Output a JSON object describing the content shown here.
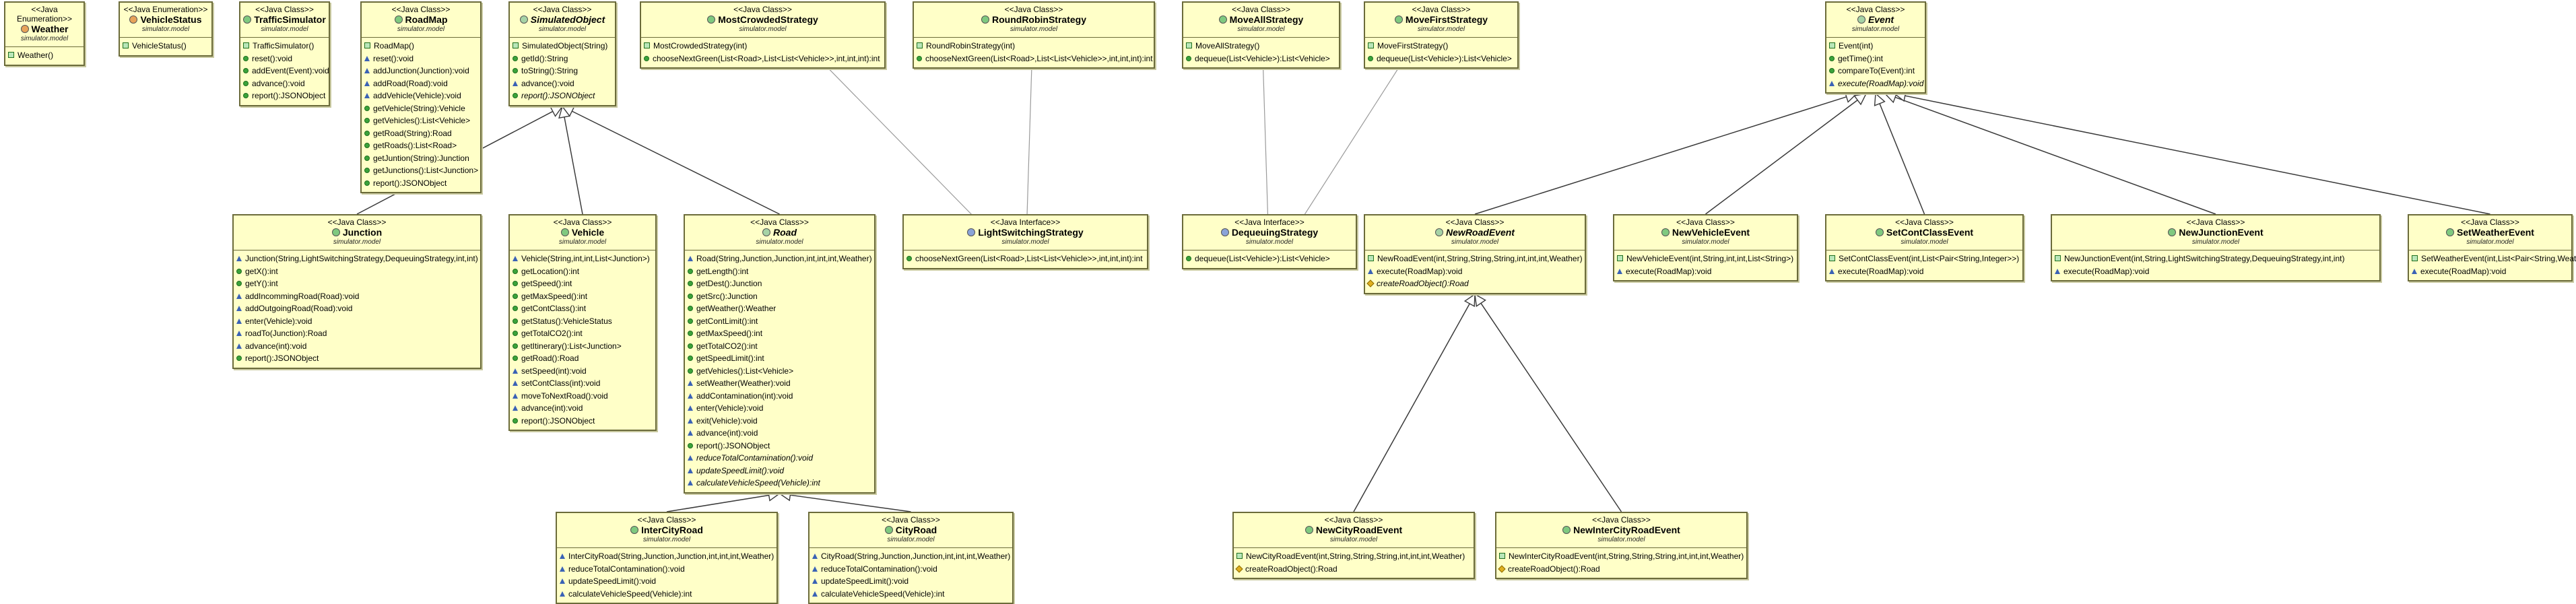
{
  "classes": [
    {
      "key": "Weather",
      "stereotype": "<<Java Enumeration>>",
      "name": "Weather",
      "package": "simulator.model",
      "kind": "enum",
      "abstract": false,
      "members": [
        {
          "text": "Weather()",
          "vis": "ctor"
        }
      ]
    },
    {
      "key": "VehicleStatus",
      "stereotype": "<<Java Enumeration>>",
      "name": "VehicleStatus",
      "package": "simulator.model",
      "kind": "enum",
      "abstract": false,
      "members": [
        {
          "text": "VehicleStatus()",
          "vis": "ctor"
        }
      ]
    },
    {
      "key": "TrafficSimulator",
      "stereotype": "<<Java Class>>",
      "name": "TrafficSimulator",
      "package": "simulator.model",
      "kind": "class",
      "abstract": false,
      "members": [
        {
          "text": "TrafficSimulator()",
          "vis": "ctor"
        },
        {
          "text": "reset():void",
          "vis": "pub"
        },
        {
          "text": "addEvent(Event):void",
          "vis": "pub"
        },
        {
          "text": "advance():void",
          "vis": "pub"
        },
        {
          "text": "report():JSONObject",
          "vis": "pub"
        }
      ]
    },
    {
      "key": "RoadMap",
      "stereotype": "<<Java Class>>",
      "name": "RoadMap",
      "package": "simulator.model",
      "kind": "class",
      "abstract": false,
      "members": [
        {
          "text": "RoadMap()",
          "vis": "ctor"
        },
        {
          "text": "reset():void",
          "vis": "pkgv"
        },
        {
          "text": "addJunction(Junction):void",
          "vis": "pkgv"
        },
        {
          "text": "addRoad(Road):void",
          "vis": "pkgv"
        },
        {
          "text": "addVehicle(Vehicle):void",
          "vis": "pkgv"
        },
        {
          "text": "getVehicle(String):Vehicle",
          "vis": "pub"
        },
        {
          "text": "getVehicles():List<Vehicle>",
          "vis": "pub"
        },
        {
          "text": "getRoad(String):Road",
          "vis": "pub"
        },
        {
          "text": "getRoads():List<Road>",
          "vis": "pub"
        },
        {
          "text": "getJuntion(String):Junction",
          "vis": "pub"
        },
        {
          "text": "getJunctions():List<Junction>",
          "vis": "pub"
        },
        {
          "text": "report():JSONObject",
          "vis": "pub"
        }
      ]
    },
    {
      "key": "SimulatedObject",
      "stereotype": "<<Java Class>>",
      "name": "SimulatedObject",
      "package": "simulator.model",
      "kind": "abs",
      "abstract": true,
      "members": [
        {
          "text": "SimulatedObject(String)",
          "vis": "ctor"
        },
        {
          "text": "getId():String",
          "vis": "pub"
        },
        {
          "text": "toString():String",
          "vis": "pub"
        },
        {
          "text": "advance():void",
          "vis": "pkgv"
        },
        {
          "text": "report():JSONObject",
          "vis": "pub",
          "abstract": true
        }
      ]
    },
    {
      "key": "MostCrowdedStrategy",
      "stereotype": "<<Java Class>>",
      "name": "MostCrowdedStrategy",
      "package": "simulator.model",
      "kind": "class",
      "abstract": false,
      "members": [
        {
          "text": "MostCrowdedStrategy(int)",
          "vis": "ctor"
        },
        {
          "text": "chooseNextGreen(List<Road>,List<List<Vehicle>>,int,int,int):int",
          "vis": "pub"
        }
      ]
    },
    {
      "key": "RoundRobinStrategy",
      "stereotype": "<<Java Class>>",
      "name": "RoundRobinStrategy",
      "package": "simulator.model",
      "kind": "class",
      "abstract": false,
      "members": [
        {
          "text": "RoundRobinStrategy(int)",
          "vis": "ctor"
        },
        {
          "text": "chooseNextGreen(List<Road>,List<List<Vehicle>>,int,int,int):int",
          "vis": "pub"
        }
      ]
    },
    {
      "key": "MoveAllStrategy",
      "stereotype": "<<Java Class>>",
      "name": "MoveAllStrategy",
      "package": "simulator.model",
      "kind": "class",
      "abstract": false,
      "members": [
        {
          "text": "MoveAllStrategy()",
          "vis": "ctor"
        },
        {
          "text": "dequeue(List<Vehicle>):List<Vehicle>",
          "vis": "pub"
        }
      ]
    },
    {
      "key": "MoveFirstStrategy",
      "stereotype": "<<Java Class>>",
      "name": "MoveFirstStrategy",
      "package": "simulator.model",
      "kind": "class",
      "abstract": false,
      "members": [
        {
          "text": "MoveFirstStrategy()",
          "vis": "ctor"
        },
        {
          "text": "dequeue(List<Vehicle>):List<Vehicle>",
          "vis": "pub"
        }
      ]
    },
    {
      "key": "Event",
      "stereotype": "<<Java Class>>",
      "name": "Event",
      "package": "simulator.model",
      "kind": "abs",
      "abstract": true,
      "members": [
        {
          "text": "Event(int)",
          "vis": "ctor"
        },
        {
          "text": "getTime():int",
          "vis": "pub"
        },
        {
          "text": "compareTo(Event):int",
          "vis": "pub"
        },
        {
          "text": "execute(RoadMap):void",
          "vis": "pkgv",
          "abstract": true
        }
      ]
    },
    {
      "key": "Junction",
      "stereotype": "<<Java Class>>",
      "name": "Junction",
      "package": "simulator.model",
      "kind": "class",
      "abstract": false,
      "members": [
        {
          "text": "Junction(String,LightSwitchingStrategy,DequeuingStrategy,int,int)",
          "vis": "pkgv"
        },
        {
          "text": "getX():int",
          "vis": "pub"
        },
        {
          "text": "getY():int",
          "vis": "pub"
        },
        {
          "text": "addIncommingRoad(Road):void",
          "vis": "pkgv"
        },
        {
          "text": "addOutgoingRoad(Road):void",
          "vis": "pkgv"
        },
        {
          "text": "enter(Vehicle):void",
          "vis": "pkgv"
        },
        {
          "text": "roadTo(Junction):Road",
          "vis": "pkgv"
        },
        {
          "text": "advance(int):void",
          "vis": "pkgv"
        },
        {
          "text": "report():JSONObject",
          "vis": "pub"
        }
      ]
    },
    {
      "key": "Vehicle",
      "stereotype": "<<Java Class>>",
      "name": "Vehicle",
      "package": "simulator.model",
      "kind": "class",
      "abstract": false,
      "members": [
        {
          "text": "Vehicle(String,int,int,List<Junction>)",
          "vis": "pkgv"
        },
        {
          "text": "getLocation():int",
          "vis": "pub"
        },
        {
          "text": "getSpeed():int",
          "vis": "pub"
        },
        {
          "text": "getMaxSpeed():int",
          "vis": "pub"
        },
        {
          "text": "getContClass():int",
          "vis": "pub"
        },
        {
          "text": "getStatus():VehicleStatus",
          "vis": "pub"
        },
        {
          "text": "getTotalCO2():int",
          "vis": "pub"
        },
        {
          "text": "getItinerary():List<Junction>",
          "vis": "pub"
        },
        {
          "text": "getRoad():Road",
          "vis": "pub"
        },
        {
          "text": "setSpeed(int):void",
          "vis": "pkgv"
        },
        {
          "text": "setContClass(int):void",
          "vis": "pkgv"
        },
        {
          "text": "moveToNextRoad():void",
          "vis": "pkgv"
        },
        {
          "text": "advance(int):void",
          "vis": "pkgv"
        },
        {
          "text": "report():JSONObject",
          "vis": "pub"
        }
      ]
    },
    {
      "key": "Road",
      "stereotype": "<<Java Class>>",
      "name": "Road",
      "package": "simulator.model",
      "kind": "abs",
      "abstract": true,
      "members": [
        {
          "text": "Road(String,Junction,Junction,int,int,int,Weather)",
          "vis": "pkgv"
        },
        {
          "text": "getLength():int",
          "vis": "pub"
        },
        {
          "text": "getDest():Junction",
          "vis": "pub"
        },
        {
          "text": "getSrc():Junction",
          "vis": "pub"
        },
        {
          "text": "getWeather():Weather",
          "vis": "pub"
        },
        {
          "text": "getContLimit():int",
          "vis": "pub"
        },
        {
          "text": "getMaxSpeed():int",
          "vis": "pub"
        },
        {
          "text": "getTotalCO2():int",
          "vis": "pub"
        },
        {
          "text": "getSpeedLimit():int",
          "vis": "pub"
        },
        {
          "text": "getVehicles():List<Vehicle>",
          "vis": "pub"
        },
        {
          "text": "setWeather(Weather):void",
          "vis": "pkgv"
        },
        {
          "text": "addContamination(int):void",
          "vis": "pkgv"
        },
        {
          "text": "enter(Vehicle):void",
          "vis": "pkgv"
        },
        {
          "text": "exit(Vehicle):void",
          "vis": "pkgv"
        },
        {
          "text": "advance(int):void",
          "vis": "pkgv"
        },
        {
          "text": "report():JSONObject",
          "vis": "pub"
        },
        {
          "text": "reduceTotalContamination():void",
          "vis": "pkgv",
          "abstract": true
        },
        {
          "text": "updateSpeedLimit():void",
          "vis": "pkgv",
          "abstract": true
        },
        {
          "text": "calculateVehicleSpeed(Vehicle):int",
          "vis": "pkgv",
          "abstract": true
        }
      ]
    },
    {
      "key": "LightSwitchingStrategy",
      "stereotype": "<<Java Interface>>",
      "name": "LightSwitchingStrategy",
      "package": "simulator.model",
      "kind": "iface",
      "abstract": false,
      "members": [
        {
          "text": "chooseNextGreen(List<Road>,List<List<Vehicle>>,int,int,int):int",
          "vis": "pub"
        }
      ]
    },
    {
      "key": "DequeuingStrategy",
      "stereotype": "<<Java Interface>>",
      "name": "DequeuingStrategy",
      "package": "simulator.model",
      "kind": "iface",
      "abstract": false,
      "members": [
        {
          "text": "dequeue(List<Vehicle>):List<Vehicle>",
          "vis": "pub"
        }
      ]
    },
    {
      "key": "NewRoadEvent",
      "stereotype": "<<Java Class>>",
      "name": "NewRoadEvent",
      "package": "simulator.model",
      "kind": "abs",
      "abstract": true,
      "members": [
        {
          "text": "NewRoadEvent(int,String,String,String,int,int,int,Weather)",
          "vis": "ctor"
        },
        {
          "text": "execute(RoadMap):void",
          "vis": "pkgv"
        },
        {
          "text": "createRoadObject():Road",
          "vis": "prot",
          "abstract": true
        }
      ]
    },
    {
      "key": "NewVehicleEvent",
      "stereotype": "<<Java Class>>",
      "name": "NewVehicleEvent",
      "package": "simulator.model",
      "kind": "class",
      "abstract": false,
      "members": [
        {
          "text": "NewVehicleEvent(int,String,int,int,List<String>)",
          "vis": "ctor"
        },
        {
          "text": "execute(RoadMap):void",
          "vis": "pkgv"
        }
      ]
    },
    {
      "key": "SetContClassEvent",
      "stereotype": "<<Java Class>>",
      "name": "SetContClassEvent",
      "package": "simulator.model",
      "kind": "class",
      "abstract": false,
      "members": [
        {
          "text": "SetContClassEvent(int,List<Pair<String,Integer>>)",
          "vis": "ctor"
        },
        {
          "text": "execute(RoadMap):void",
          "vis": "pkgv"
        }
      ]
    },
    {
      "key": "NewJunctionEvent",
      "stereotype": "<<Java Class>>",
      "name": "NewJunctionEvent",
      "package": "simulator.model",
      "kind": "class",
      "abstract": false,
      "members": [
        {
          "text": "NewJunctionEvent(int,String,LightSwitchingStrategy,DequeuingStrategy,int,int)",
          "vis": "ctor"
        },
        {
          "text": "execute(RoadMap):void",
          "vis": "pkgv"
        }
      ]
    },
    {
      "key": "SetWeatherEvent",
      "stereotype": "<<Java Class>>",
      "name": "SetWeatherEvent",
      "package": "simulator.model",
      "kind": "class",
      "abstract": false,
      "members": [
        {
          "text": "SetWeatherEvent(int,List<Pair<String,Weather>>)",
          "vis": "ctor"
        },
        {
          "text": "execute(RoadMap):void",
          "vis": "pkgv"
        }
      ]
    },
    {
      "key": "InterCityRoad",
      "stereotype": "<<Java Class>>",
      "name": "InterCityRoad",
      "package": "simulator.model",
      "kind": "class",
      "abstract": false,
      "members": [
        {
          "text": "InterCityRoad(String,Junction,Junction,int,int,int,Weather)",
          "vis": "pkgv"
        },
        {
          "text": "reduceTotalContamination():void",
          "vis": "pkgv"
        },
        {
          "text": "updateSpeedLimit():void",
          "vis": "pkgv"
        },
        {
          "text": "calculateVehicleSpeed(Vehicle):int",
          "vis": "pkgv"
        }
      ]
    },
    {
      "key": "CityRoad",
      "stereotype": "<<Java Class>>",
      "name": "CityRoad",
      "package": "simulator.model",
      "kind": "class",
      "abstract": false,
      "members": [
        {
          "text": "CityRoad(String,Junction,Junction,int,int,int,Weather)",
          "vis": "pkgv"
        },
        {
          "text": "reduceTotalContamination():void",
          "vis": "pkgv"
        },
        {
          "text": "updateSpeedLimit():void",
          "vis": "pkgv"
        },
        {
          "text": "calculateVehicleSpeed(Vehicle):int",
          "vis": "pkgv"
        }
      ]
    },
    {
      "key": "NewCityRoadEvent",
      "stereotype": "<<Java Class>>",
      "name": "NewCityRoadEvent",
      "package": "simulator.model",
      "kind": "class",
      "abstract": false,
      "members": [
        {
          "text": "NewCityRoadEvent(int,String,String,String,int,int,int,Weather)",
          "vis": "ctor"
        },
        {
          "text": "createRoadObject():Road",
          "vis": "prot"
        }
      ]
    },
    {
      "key": "NewInterCityRoadEvent",
      "stereotype": "<<Java Class>>",
      "name": "NewInterCityRoadEvent",
      "package": "simulator.model",
      "kind": "class",
      "abstract": false,
      "members": [
        {
          "text": "NewInterCityRoadEvent(int,String,String,String,int,int,int,Weather)",
          "vis": "ctor"
        },
        {
          "text": "createRoadObject():Road",
          "vis": "prot"
        }
      ]
    }
  ],
  "relations": [
    {
      "from": "Junction",
      "to": "SimulatedObject",
      "type": "extends"
    },
    {
      "from": "Vehicle",
      "to": "SimulatedObject",
      "type": "extends"
    },
    {
      "from": "Road",
      "to": "SimulatedObject",
      "type": "extends"
    },
    {
      "from": "InterCityRoad",
      "to": "Road",
      "type": "extends"
    },
    {
      "from": "CityRoad",
      "to": "Road",
      "type": "extends"
    },
    {
      "from": "MostCrowdedStrategy",
      "to": "LightSwitchingStrategy",
      "type": "implements"
    },
    {
      "from": "RoundRobinStrategy",
      "to": "LightSwitchingStrategy",
      "type": "implements"
    },
    {
      "from": "MoveAllStrategy",
      "to": "DequeuingStrategy",
      "type": "implements"
    },
    {
      "from": "MoveFirstStrategy",
      "to": "DequeuingStrategy",
      "type": "implements"
    },
    {
      "from": "NewRoadEvent",
      "to": "Event",
      "type": "extends"
    },
    {
      "from": "NewVehicleEvent",
      "to": "Event",
      "type": "extends"
    },
    {
      "from": "SetContClassEvent",
      "to": "Event",
      "type": "extends"
    },
    {
      "from": "NewJunctionEvent",
      "to": "Event",
      "type": "extends"
    },
    {
      "from": "SetWeatherEvent",
      "to": "Event",
      "type": "extends"
    },
    {
      "from": "NewCityRoadEvent",
      "to": "NewRoadEvent",
      "type": "extends"
    },
    {
      "from": "NewInterCityRoadEvent",
      "to": "NewRoadEvent",
      "type": "extends"
    }
  ]
}
